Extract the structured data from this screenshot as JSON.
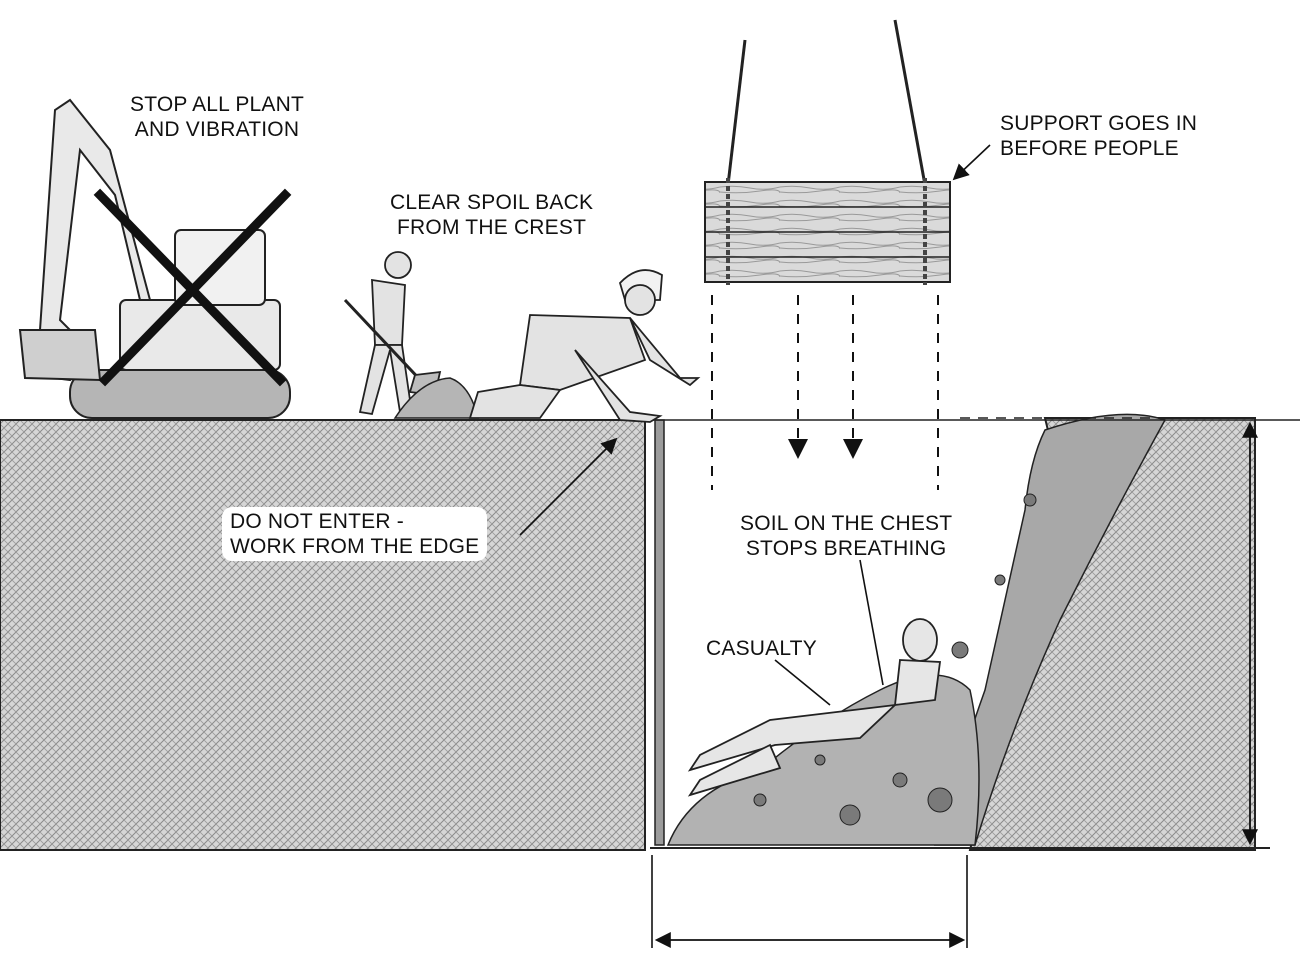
{
  "annotations": {
    "stop_plant": [
      "STOP ALL PLANT",
      "AND VIBRATION"
    ],
    "clear_spoil": [
      "CLEAR SPOIL BACK",
      "FROM THE CREST"
    ],
    "support_first": [
      "SUPPORT GOES IN",
      "BEFORE PEOPLE"
    ],
    "do_not_enter": [
      "DO NOT ENTER -",
      "WORK FROM THE EDGE"
    ],
    "soil_chest": [
      "SOIL ON THE CHEST",
      "STOPS BREATHING"
    ],
    "casualty": "CASUALTY"
  },
  "colors": {
    "ink": "#111111",
    "ground": "#cfcfcf",
    "hatch": "#8a8a8a",
    "spoil": "#a9a9a9",
    "timber": "#d8d8d8",
    "prohibit_cross": "#111111"
  },
  "icons": {
    "excavator": "excavator-icon",
    "prohibition": "cross-icon",
    "support_panel": "timber-panel-icon"
  }
}
